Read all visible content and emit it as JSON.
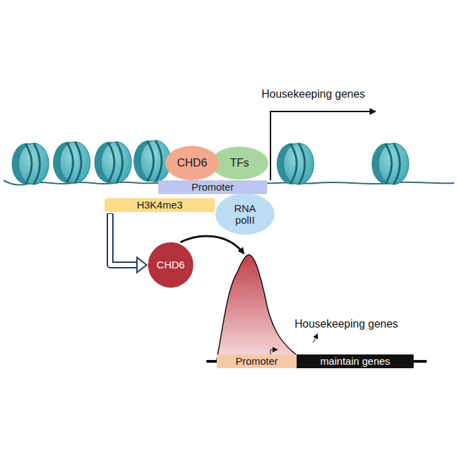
{
  "diagram": {
    "nodes": [
      {
        "text": [
          "CHD6"
        ]
      },
      {
        "text": [
          "TFs"
        ]
      },
      {
        "text": [
          "Promoter"
        ]
      },
      {
        "text": [
          "H3K4me3"
        ]
      },
      {
        "text": [
          "RNA polII"
        ]
      },
      {
        "text": [
          "CHD6"
        ]
      },
      {
        "text": [
          "Promoter"
        ]
      },
      {
        "text": [
          "maintain genes"
        ]
      }
    ],
    "edges": [
      {
        "from": 3,
        "to": 5,
        "arrow": "to"
      }
    ],
    "labels": [
      "Housekeeping genes",
      "Housekeeping genes"
    ]
  }
}
